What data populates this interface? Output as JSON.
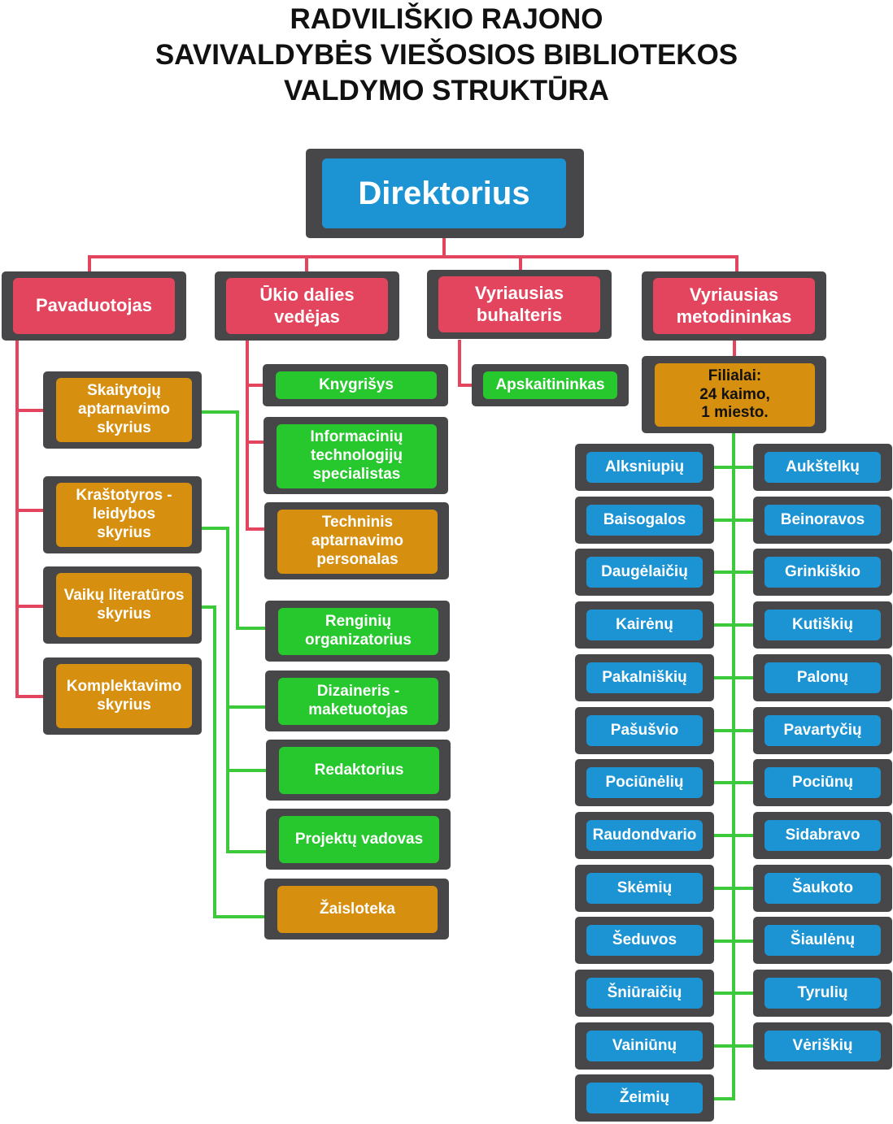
{
  "title": {
    "line1": "RADVILIŠKIO RAJONO",
    "line2": "SAVIVALDYBĖS VIEŠOSIOS BIBLIOTEKOS",
    "line3": "VALDYMO STRUKTŪRA"
  },
  "nodes": {
    "director": "Direktorius",
    "deputy": "Pavaduotojas",
    "household": "Ūkio dalies\nvedėjas",
    "accountant": "Vyriausias\nbuhalteris",
    "methodologist": "Vyriausias\nmetodininkas",
    "reader_service": "Skaitytojų\naptarnavimo\nskyrius",
    "local_history": "Kraštotyros -\nleidybos\nskyrius",
    "children_lit": "Vaikų literatūros\nskyrius",
    "acquisition": "Komplektavimo\nskyrius",
    "bookbinder": "Knygrišys",
    "it_specialist": "Informacinių\ntechnologijų\nspecialistas",
    "technical_staff": "Techninis\naptarnavimo\npersonalas",
    "event_organizer": "Renginių\norganizatorius",
    "designer": "Dizaineris -\nmaketuotojas",
    "editor": "Redaktorius",
    "project_manager": "Projektų vadovas",
    "toy_library": "Žaisloteka",
    "bookkeeper": "Apskaitininkas",
    "branches": "Filialai:\n24 kaimo,\n1 miesto."
  },
  "branches_left": [
    "Alksniupių",
    "Baisogalos",
    "Daugėlaičių",
    "Kairėnų",
    "Pakalniškių",
    "Pašušvio",
    "Pociūnėlių",
    "Raudondvario",
    "Skėmių",
    "Šeduvos",
    "Šniūraičių",
    "Vainiūnų",
    "Žeimių"
  ],
  "branches_right": [
    "Aukštelkų",
    "Beinoravos",
    "Grinkiškio",
    "Kutiškių",
    "Palonų",
    "Pavartyčių",
    "Pociūnų",
    "Sidabravo",
    "Šaukoto",
    "Šiaulėnų",
    "Tyrulių",
    "Vėriškių"
  ],
  "colors": {
    "frame": "#474749",
    "red": "#e2455d",
    "blue": "#1c94d4",
    "green": "#27c72e",
    "gold": "#d68f0f",
    "red_line": "#e2455d",
    "green_line": "#3cc93c"
  }
}
